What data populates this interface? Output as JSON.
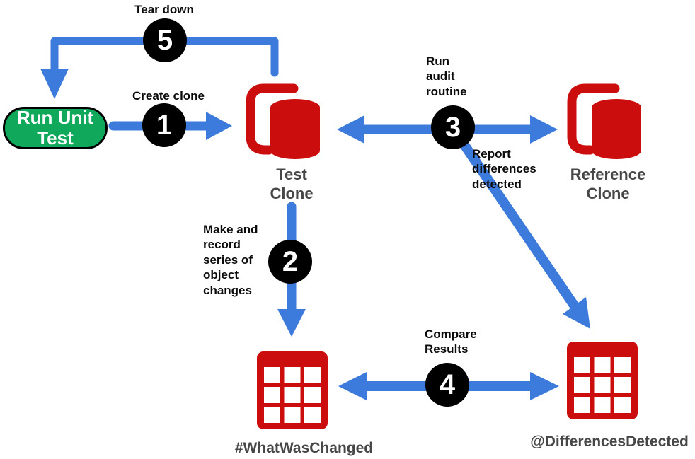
{
  "colors": {
    "blue": "#3C7BDC",
    "red": "#CC0D0D",
    "green": "#10A85B",
    "gray": "#474747",
    "text": "#0B0B0B"
  },
  "nodes": {
    "run_unit_test": "Run Unit Test",
    "test_clone": "Test\nClone",
    "reference_clone": "Reference\nClone",
    "what_was_changed": "#WhatWasChanged",
    "differences_detected": "@DifferencesDetected"
  },
  "steps": [
    {
      "number": "1",
      "label": "Create clone"
    },
    {
      "number": "2",
      "label": "Make and\nrecord\nseries of\nobject\nchanges"
    },
    {
      "number": "3",
      "label": "Run\naudit\nroutine"
    },
    {
      "number": "4",
      "label": "Compare\nResults"
    },
    {
      "number": "5",
      "label": "Tear down"
    }
  ],
  "annotations": {
    "report_differences": "Report\ndifferences\ndetected"
  },
  "icons": {
    "test_clone": "database-clone-icon",
    "reference_clone": "database-clone-icon",
    "what_was_changed": "table-grid-icon",
    "differences_detected": "table-grid-icon"
  }
}
